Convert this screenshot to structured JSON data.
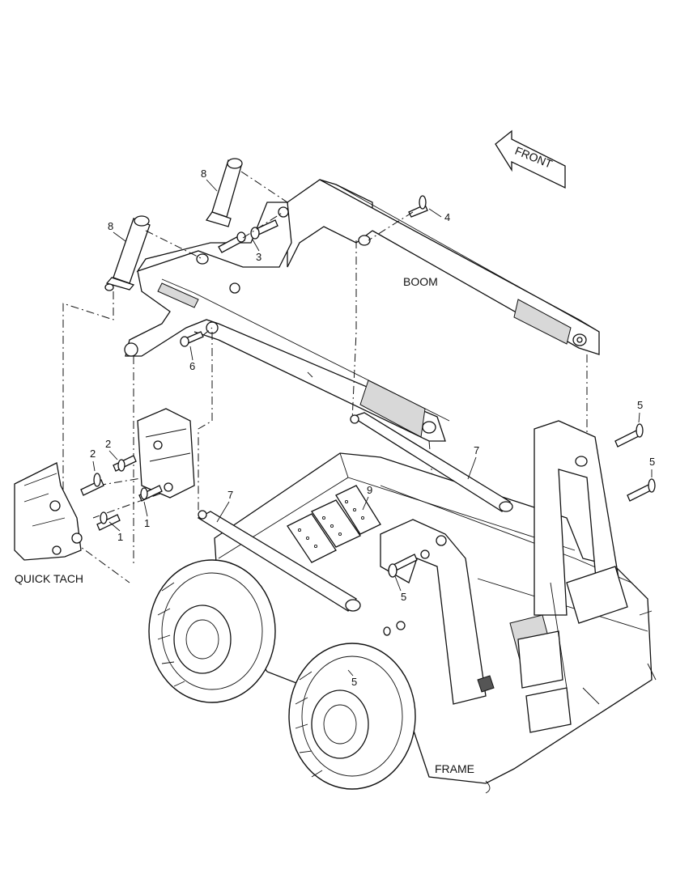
{
  "labels": {
    "front": "FRONT",
    "boom": "BOOM",
    "quick_tach": "QUICK TACH",
    "frame": "FRAME"
  },
  "callouts": [
    {
      "id": "c8a",
      "text": "8"
    },
    {
      "id": "c8b",
      "text": "8"
    },
    {
      "id": "c3",
      "text": "3"
    },
    {
      "id": "c4",
      "text": "4"
    },
    {
      "id": "c6",
      "text": "6"
    },
    {
      "id": "c2a",
      "text": "2"
    },
    {
      "id": "c2b",
      "text": "2"
    },
    {
      "id": "c1a",
      "text": "1"
    },
    {
      "id": "c1b",
      "text": "1"
    },
    {
      "id": "c7a",
      "text": "7"
    },
    {
      "id": "c7b",
      "text": "7"
    },
    {
      "id": "c9",
      "text": "9"
    },
    {
      "id": "c5a",
      "text": "5"
    },
    {
      "id": "c5b",
      "text": "5"
    },
    {
      "id": "c5c",
      "text": "5"
    },
    {
      "id": "c5d",
      "text": "5"
    }
  ]
}
